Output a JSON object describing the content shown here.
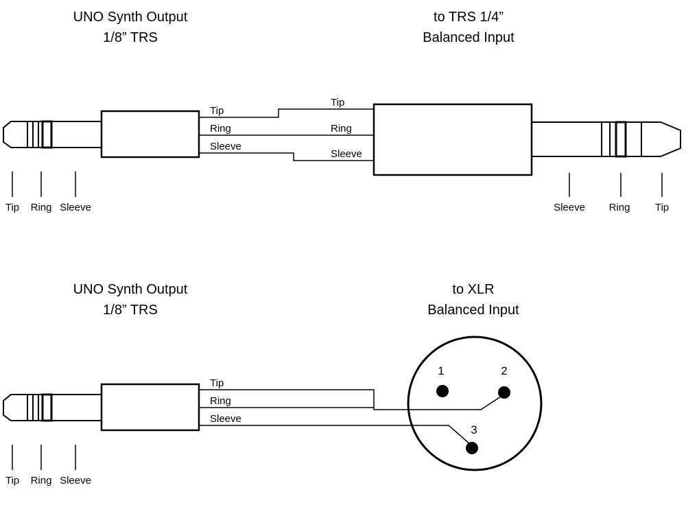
{
  "colors": {
    "stroke": "#000000",
    "background": "#ffffff"
  },
  "top": {
    "source_title": [
      "UNO Synth Output",
      "1/8” TRS"
    ],
    "dest_title": [
      "to TRS 1/4”",
      "Balanced Input"
    ],
    "wire_labels": [
      "Tip",
      "Ring",
      "Sleeve"
    ],
    "dest_wire_labels": [
      "Tip",
      "Ring",
      "Sleeve"
    ],
    "source_pin_labels": [
      "Tip",
      "Ring",
      "Sleeve"
    ],
    "dest_pin_labels": [
      "Sleeve",
      "Ring",
      "Tip"
    ]
  },
  "bottom": {
    "source_title": [
      "UNO Synth Output",
      "1/8” TRS"
    ],
    "dest_title": [
      "to XLR",
      "Balanced Input"
    ],
    "wire_labels": [
      "Tip",
      "Ring",
      "Sleeve"
    ],
    "source_pin_labels": [
      "Tip",
      "Ring",
      "Sleeve"
    ],
    "xlr_pin_numbers": [
      "1",
      "2",
      "3"
    ]
  }
}
